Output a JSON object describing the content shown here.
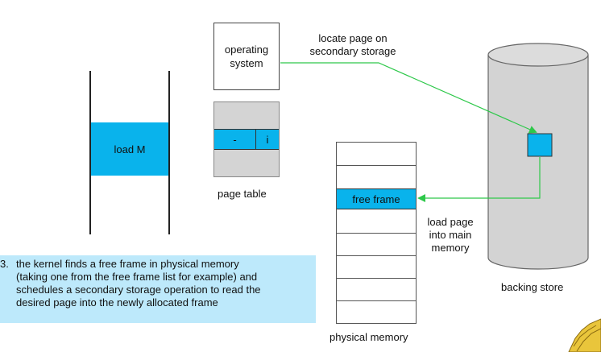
{
  "process": {
    "instruction": "load M"
  },
  "os": {
    "line1": "operating",
    "line2": "system"
  },
  "locate": {
    "line1": "locate page on",
    "line2": "secondary storage"
  },
  "page_table": {
    "cell_frame": "-",
    "cell_bit": "i",
    "label": "page table"
  },
  "physical_memory": {
    "free_frame": "free frame",
    "label": "physical memory"
  },
  "load_page": {
    "line1": "load page",
    "line2": "into main",
    "line3": "memory"
  },
  "backing_store": {
    "label": "backing store"
  },
  "step": {
    "number": "3.",
    "line1": "the kernel finds a free frame in physical memory",
    "line2": "(taking one from the free frame list for example) and",
    "line3": "schedules a secondary storage operation to read the",
    "line4": "desired page into the newly allocated frame"
  },
  "colors": {
    "accent": "#09b3ec",
    "arrow": "#2ec84a",
    "cylinder": "#d3d3d3",
    "step_bg": "#bde9fb"
  }
}
